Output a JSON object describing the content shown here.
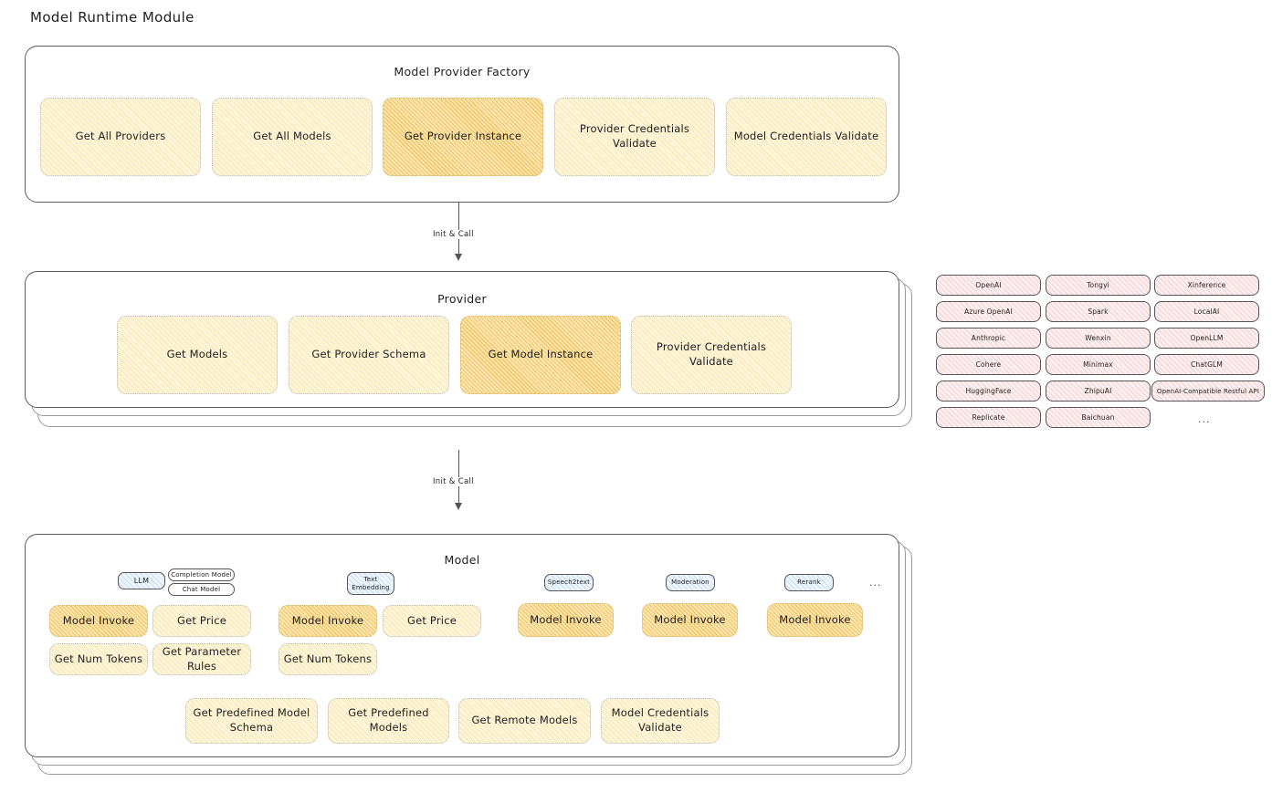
{
  "page": {
    "title": "Model Runtime Module"
  },
  "factory": {
    "title": "Model Provider Factory",
    "boxes": [
      {
        "label": "Get All Providers",
        "highlight": false
      },
      {
        "label": "Get All Models",
        "highlight": false
      },
      {
        "label": "Get Provider Instance",
        "highlight": true
      },
      {
        "label": "Provider Credentials Validate",
        "highlight": false
      },
      {
        "label": "Model Credentials Validate",
        "highlight": false
      }
    ]
  },
  "arrows": [
    {
      "label": "Init & Call"
    },
    {
      "label": "Init & Call"
    }
  ],
  "provider": {
    "title": "Provider",
    "boxes": [
      {
        "label": "Get Models",
        "highlight": false
      },
      {
        "label": "Get Provider Schema",
        "highlight": false
      },
      {
        "label": "Get Model Instance",
        "highlight": true
      },
      {
        "label": "Provider Credentials Validate",
        "highlight": false
      }
    ]
  },
  "provider_list": {
    "columns": [
      {
        "items": [
          "OpenAI",
          "Azure OpenAI",
          "Anthropic",
          "Cohere",
          "HuggingFace",
          "Replicate"
        ],
        "more": ""
      },
      {
        "items": [
          "Tongyi",
          "Spark",
          "Wenxin",
          "Minimax",
          "ZhipuAI",
          "Baichuan"
        ],
        "more": ""
      },
      {
        "items": [
          "Xinference",
          "LocalAI",
          "OpenLLM",
          "ChatGLM",
          "OpenAI-Compatible Restful API"
        ],
        "more": "..."
      }
    ]
  },
  "model": {
    "title": "Model",
    "ellipsis": "...",
    "groups": [
      {
        "type_label": "LLM",
        "type_style": "blue",
        "sub_pills": [
          "Completion Model",
          "Chat Model"
        ],
        "boxes": [
          {
            "label": "Model Invoke",
            "highlight": true
          },
          {
            "label": "Get Price",
            "highlight": false
          },
          {
            "label": "Get Num Tokens",
            "highlight": false
          },
          {
            "label": "Get Parameter Rules",
            "highlight": false
          }
        ]
      },
      {
        "type_label": "Text Embedding",
        "type_style": "blue",
        "sub_pills": [],
        "boxes": [
          {
            "label": "Model Invoke",
            "highlight": true
          },
          {
            "label": "Get Price",
            "highlight": false
          },
          {
            "label": "Get Num Tokens",
            "highlight": false
          }
        ]
      },
      {
        "type_label": "Speech2text",
        "type_style": "blue",
        "sub_pills": [],
        "boxes": [
          {
            "label": "Model Invoke",
            "highlight": true
          }
        ]
      },
      {
        "type_label": "Moderation",
        "type_style": "blue",
        "sub_pills": [],
        "boxes": [
          {
            "label": "Model Invoke",
            "highlight": true
          }
        ]
      },
      {
        "type_label": "Rerank",
        "type_style": "blue",
        "sub_pills": [],
        "boxes": [
          {
            "label": "Model Invoke",
            "highlight": true
          }
        ]
      }
    ],
    "common_boxes": [
      {
        "label": "Get Predefined Model Schema"
      },
      {
        "label": "Get Predefined Models"
      },
      {
        "label": "Get Remote Models"
      },
      {
        "label": "Model Credentials Validate"
      }
    ]
  },
  "colors": {
    "accent_yellow": "#fdf6dd",
    "accent_yellow_strong": "#fbe6b4",
    "accent_blue": "#eef5fc",
    "accent_red": "#fdf0f0",
    "stroke": "#555555"
  }
}
